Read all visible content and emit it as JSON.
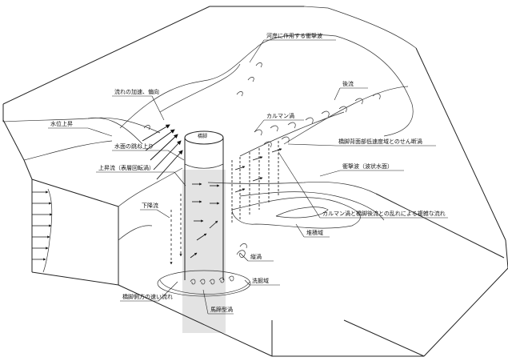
{
  "labels": {
    "shock_wave_bank": "河岸に作用する衝撃波",
    "accel_deflect": "流れの加速、偏向",
    "wake": "後流",
    "water_rise": "水位上昇",
    "karman": "カルマン渦",
    "pier": "橋脚",
    "shear_vortex": "橋脚背面部低速度域とのせん断渦",
    "splash": "水面の跳ね上り",
    "upflow": "上昇流（表層回転渦）",
    "shock_wave_wavy": "衝撃波（波状水面）",
    "downflow": "下降流",
    "complex_flow": "カルマン渦と橋脚後流との乱れによる複雑な流れ",
    "deposition": "堆積域",
    "vertical_vortex": "縦渦",
    "scour": "洗掘域",
    "side_flow": "橋脚側方の速い流れ",
    "horseshoe": "馬蹄型渦"
  }
}
